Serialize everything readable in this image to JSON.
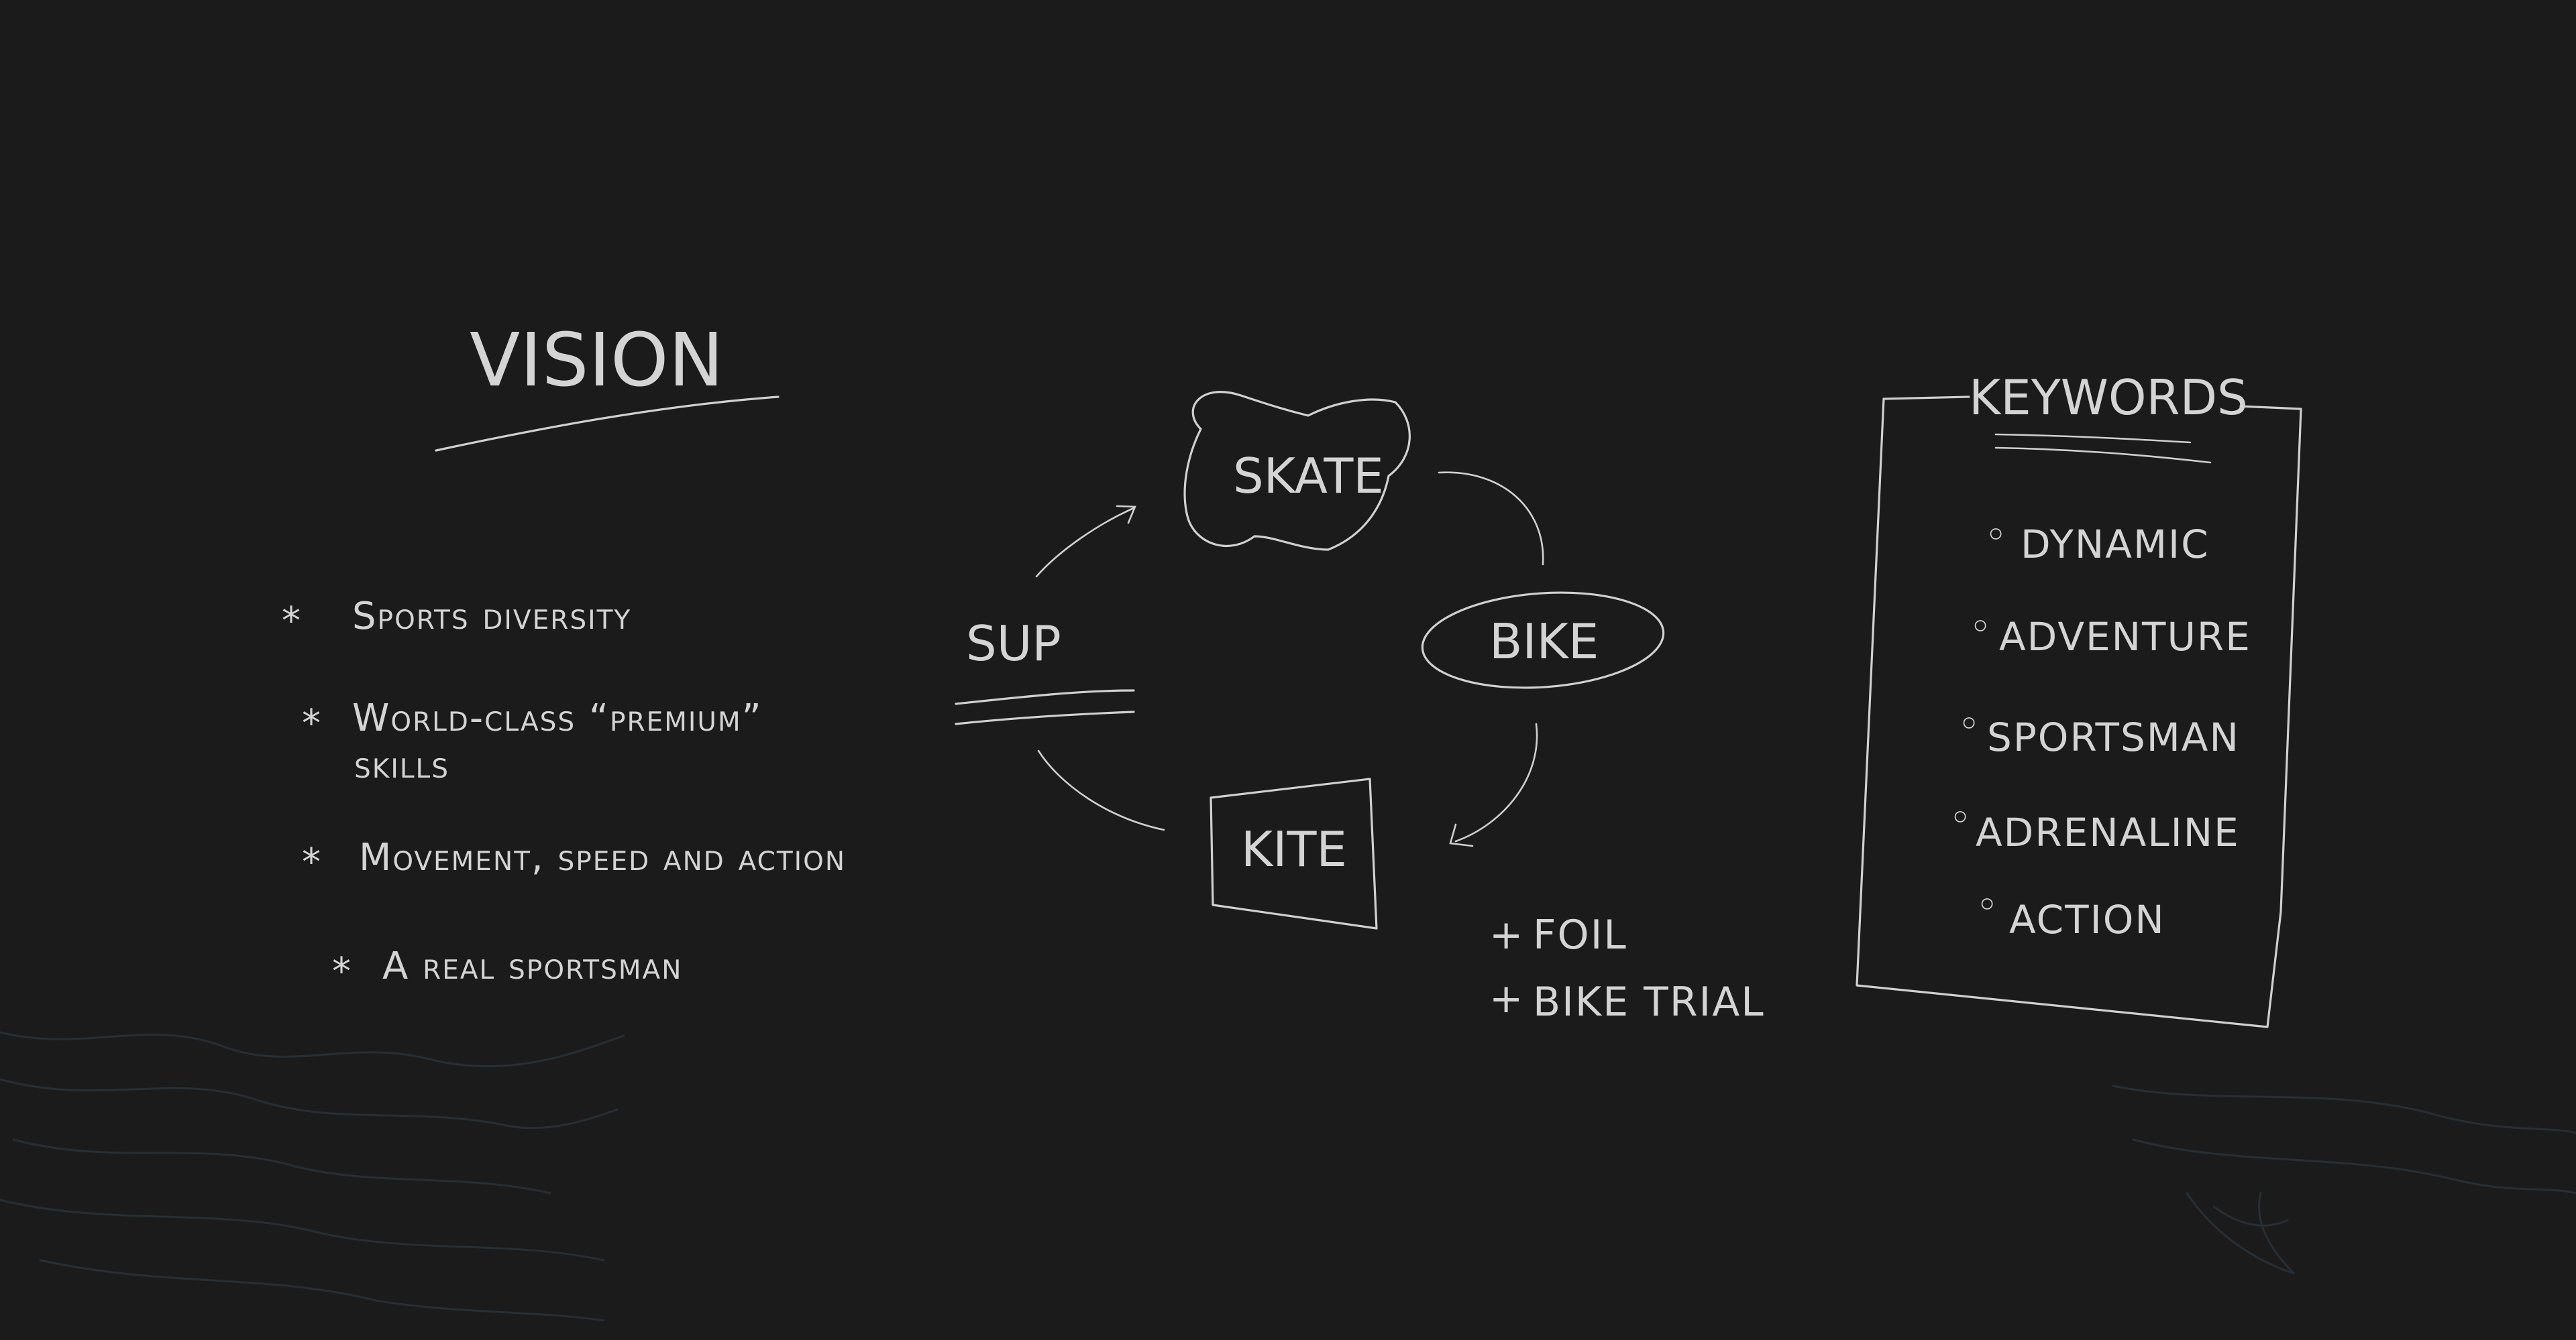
{
  "vision": {
    "title": "VISION",
    "items": [
      {
        "bullet": "*",
        "text": "Sports diversity"
      },
      {
        "bullet": "*",
        "text": "World-class “premium”",
        "continuation": "skills"
      },
      {
        "bullet": "*",
        "text": "Movement, speed and action"
      },
      {
        "bullet": "*",
        "text": "A real sportsman"
      }
    ]
  },
  "cycle": {
    "nodes": {
      "skate": "SKATE",
      "bike": "BIKE",
      "kite": "KITE",
      "sup": "SUP"
    },
    "extras": [
      {
        "sign": "+",
        "text": "FOIL"
      },
      {
        "sign": "+",
        "text": "BIKE TRIAL"
      }
    ]
  },
  "keywords": {
    "title": "KEYWORDS",
    "items": [
      {
        "bullet": "◦",
        "text": "DYNAMIC"
      },
      {
        "bullet": "◦",
        "text": "ADVENTURE"
      },
      {
        "bullet": "◦",
        "text": "SPORTSMAN"
      },
      {
        "bullet": "◦",
        "text": "ADRENALINE"
      },
      {
        "bullet": "◦",
        "text": "ACTION"
      }
    ]
  },
  "colors": {
    "background": "#1b1b1b",
    "chalk": "#d4d4d4",
    "decoration": "#283239"
  }
}
